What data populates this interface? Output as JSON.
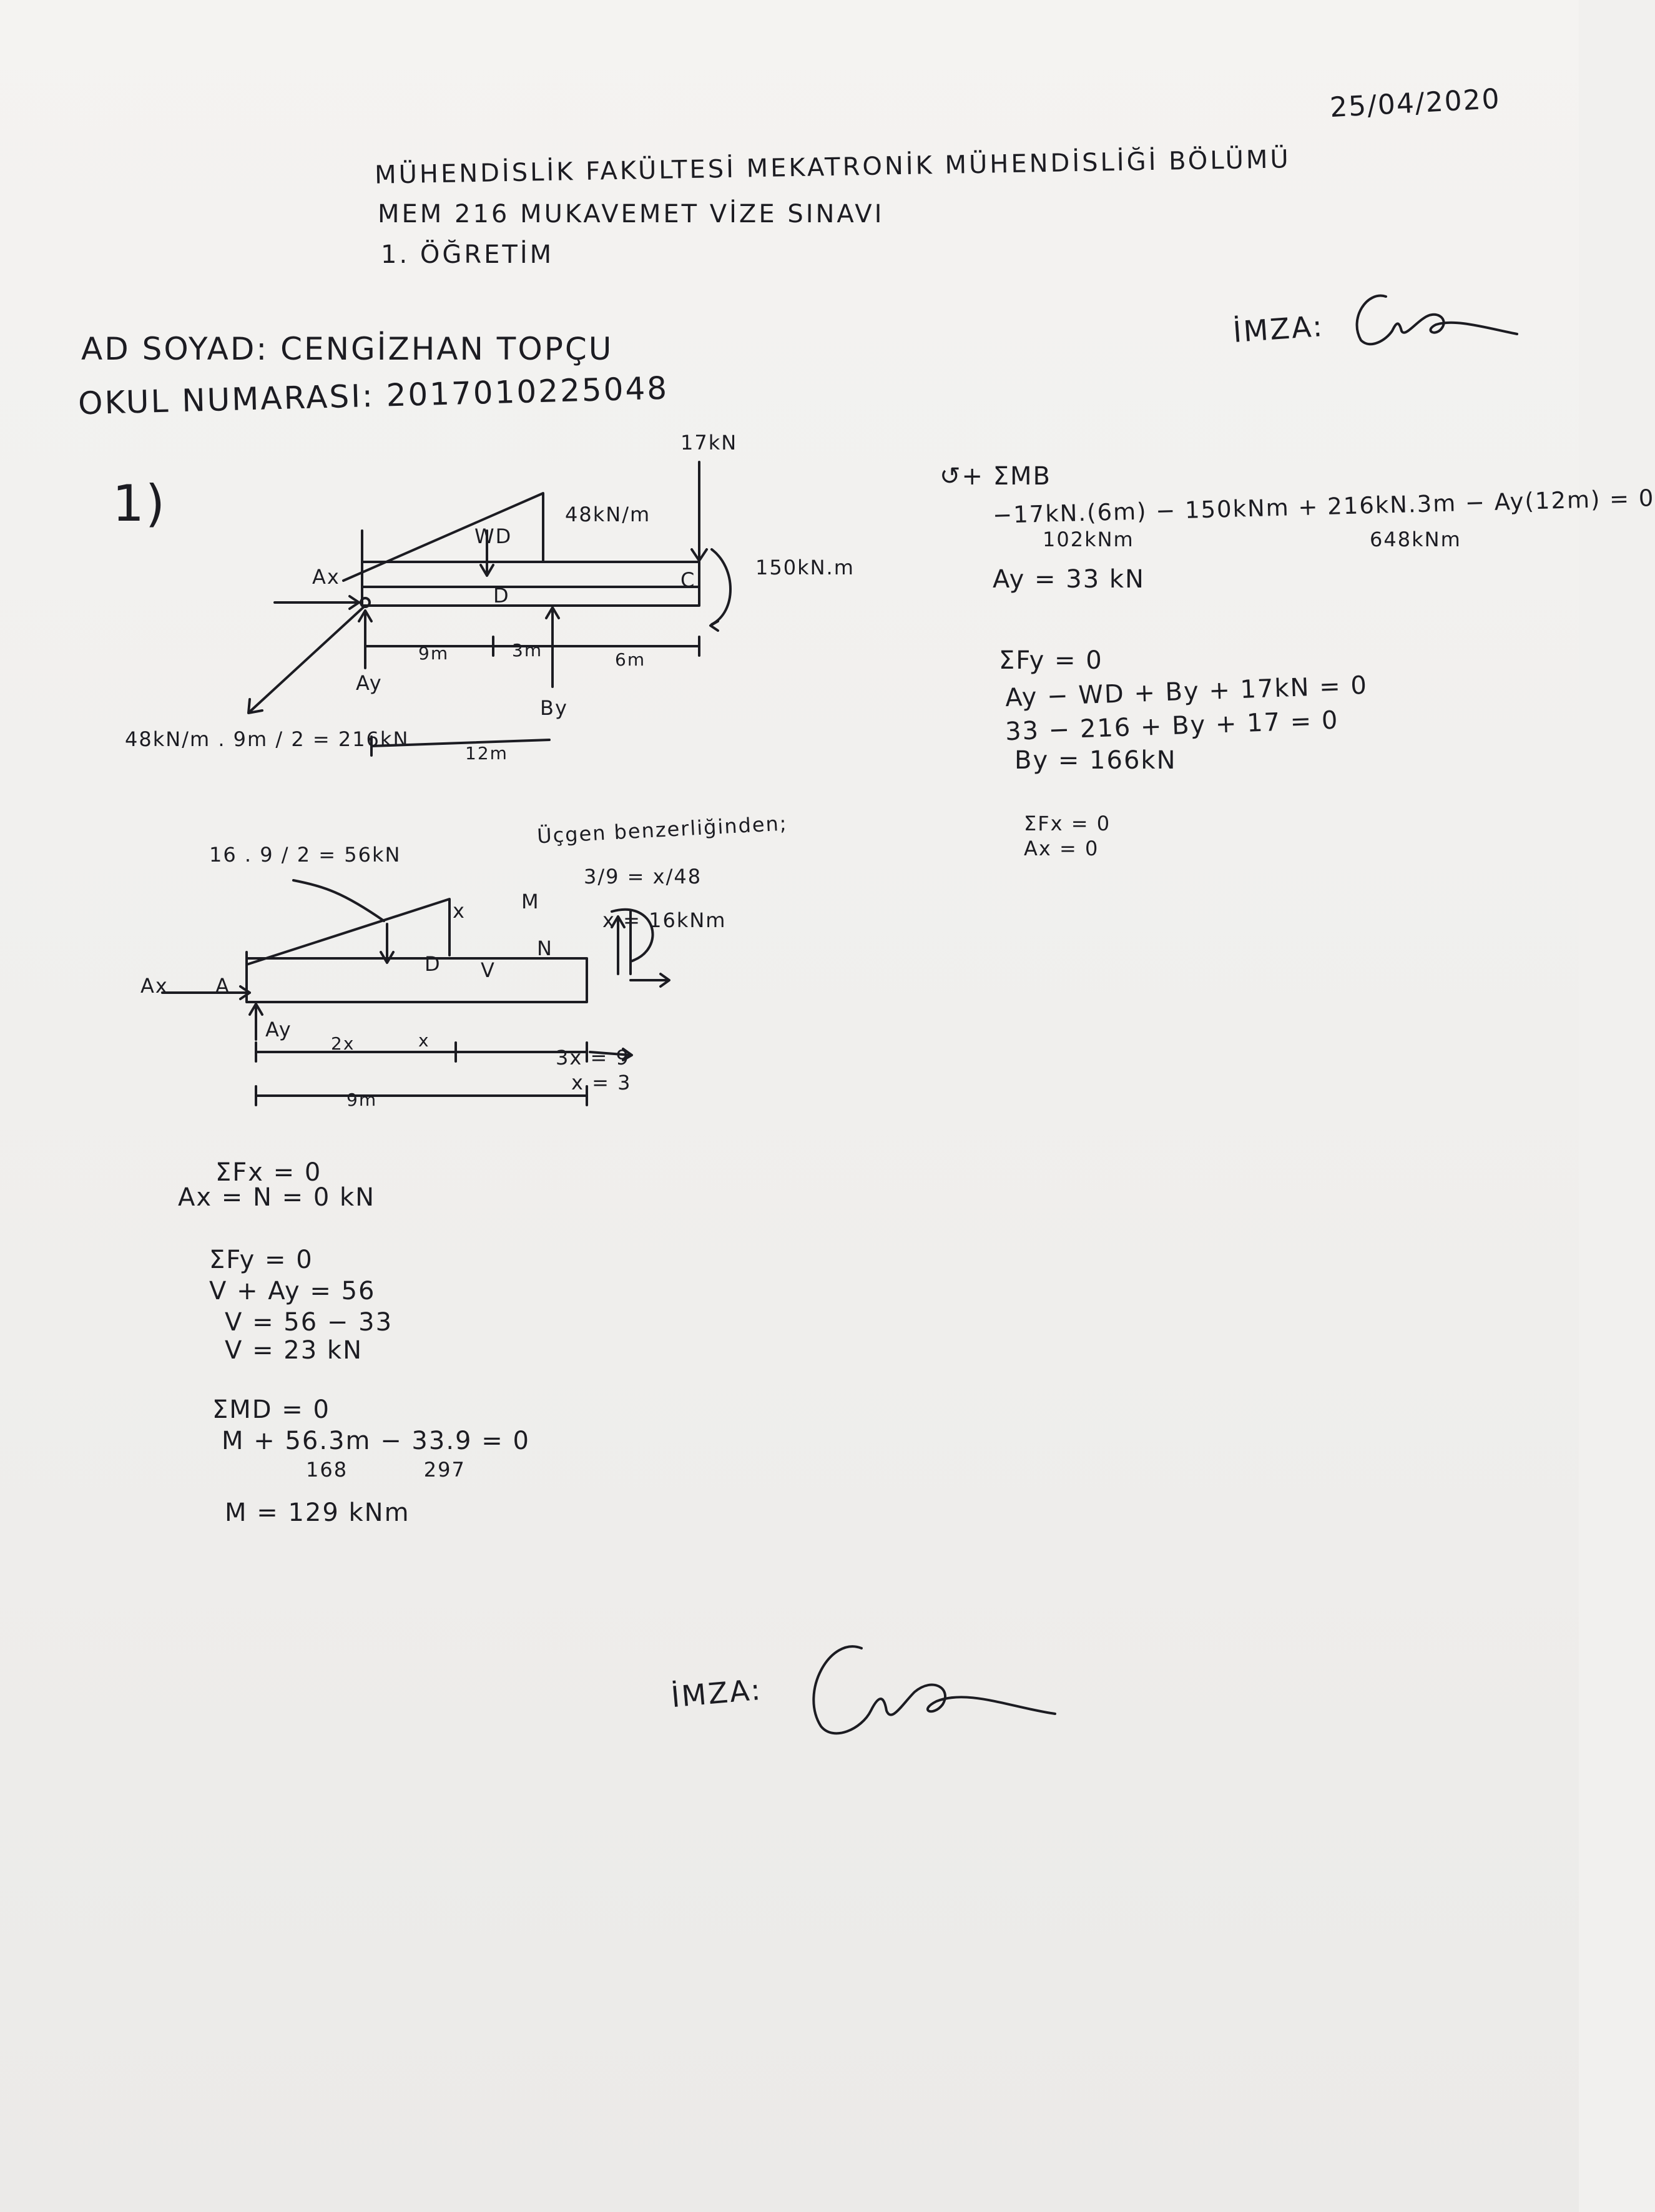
{
  "date": "25/04/2020",
  "header": {
    "line1": "MÜHENDİSLİK FAKÜLTESİ MEKATRONİK MÜHENDİSLİĞİ BÖLÜMÜ",
    "line2": "MEM 216 MUKAVEMET VİZE SINAVI",
    "line3": "1. ÖĞRETİM"
  },
  "student": {
    "name_line": "AD SOYAD: CENGİZHAN TOPÇU",
    "number_line": "OKUL NUMARASI: 2017010225048"
  },
  "signature": {
    "label": "İMZA:"
  },
  "problem_number": "1)",
  "beam_diagram": {
    "load_top": "17kN",
    "dist_load": "48kN/m",
    "wd": "WD",
    "moment": "150kN.m",
    "ax": "Ax",
    "ay": "Ay",
    "by": "By",
    "point_d": "D",
    "point_c": "C",
    "dim_9m": "9m",
    "dim_3m": "3m",
    "dim_6m": "6m",
    "dim_12m": "12m",
    "resultant": "48kN/m . 9m / 2 = 216kN"
  },
  "section_diagram": {
    "resultant": "16 . 9 / 2 = 56kN",
    "similar_triangles": "Üçgen benzerliğinden;",
    "ratio": "3/9 = x/48",
    "ratio_result": "x = 16kNm",
    "x_label": "x",
    "m_label": "M",
    "n_label": "N",
    "v_label": "V",
    "ax": "Ax",
    "a": "A",
    "ay": "Ay",
    "d": "D",
    "dim_2x": "2x",
    "dim_x": "x",
    "dim_9m": "9m",
    "side_eq1": "3x = 9",
    "side_eq2": "x = 3"
  },
  "right_equations": [
    "↺+ ΣMB",
    "−17kN.(6m) − 150kNm + 216kN.3m − Ay(12m) = 0",
    "102kNm                               648kNm",
    "Ay = 33 kN",
    "ΣFy = 0",
    "Ay − WD + By + 17kN = 0",
    "33 − 216 + By + 17 = 0",
    "By = 166kN",
    "ΣFx = 0",
    "Ax = 0"
  ],
  "left_equations": [
    "ΣFx = 0",
    "Ax = N = 0 kN",
    "ΣFy = 0",
    "V + Ay = 56",
    "V = 56 − 33",
    "V = 23 kN",
    "ΣMD = 0",
    "M + 56.3m − 33.9 = 0",
    "168          297",
    "M = 129 kNm"
  ]
}
